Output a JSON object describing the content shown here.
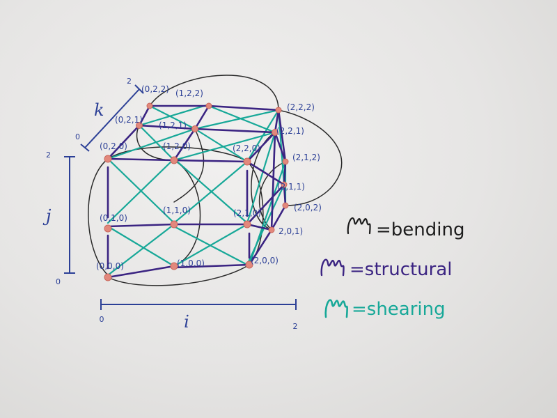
{
  "nodes": [
    {
      "id": "000",
      "label": "(0,0,0)"
    },
    {
      "id": "100",
      "label": "(1,0,0)"
    },
    {
      "id": "200",
      "label": "(2,0,0)"
    },
    {
      "id": "010",
      "label": "(0,1,0)"
    },
    {
      "id": "110",
      "label": "(1,1,0)"
    },
    {
      "id": "210",
      "label": "(2,1,0)"
    },
    {
      "id": "020",
      "label": "(0,2,0)"
    },
    {
      "id": "120",
      "label": "(1,2,0)"
    },
    {
      "id": "220",
      "label": "(2,2,0)"
    },
    {
      "id": "021",
      "label": "(0,2,1)"
    },
    {
      "id": "121",
      "label": "(1,2,1)"
    },
    {
      "id": "221",
      "label": "(2,2,1)"
    },
    {
      "id": "022",
      "label": "(0,2,2)"
    },
    {
      "id": "122",
      "label": "(1,2,2)"
    },
    {
      "id": "222",
      "label": "(2,2,2)"
    },
    {
      "id": "211",
      "label": "(2,1,1)"
    },
    {
      "id": "212",
      "label": "(2,1,2)"
    },
    {
      "id": "201",
      "label": "2,0,1)"
    },
    {
      "id": "202",
      "label": "(2,0,2)"
    }
  ],
  "axes": {
    "i": {
      "name": "i",
      "min": "0",
      "max": "2"
    },
    "j": {
      "name": "j",
      "min": "0",
      "max": "2"
    },
    "k": {
      "name": "k",
      "min": "0",
      "max": "2"
    }
  },
  "legend": [
    {
      "key": "bending",
      "label": "=bending",
      "color": "#1c1c1c"
    },
    {
      "key": "structural",
      "label": "=structural",
      "color": "#3b2482"
    },
    {
      "key": "shearing",
      "label": "=shearing",
      "color": "#17a898"
    }
  ],
  "colors": {
    "structural": "#3b2482",
    "shearing": "#17a898",
    "bending": "#2a2a2a",
    "axis": "#2b3f96",
    "node": "#e2887c"
  }
}
